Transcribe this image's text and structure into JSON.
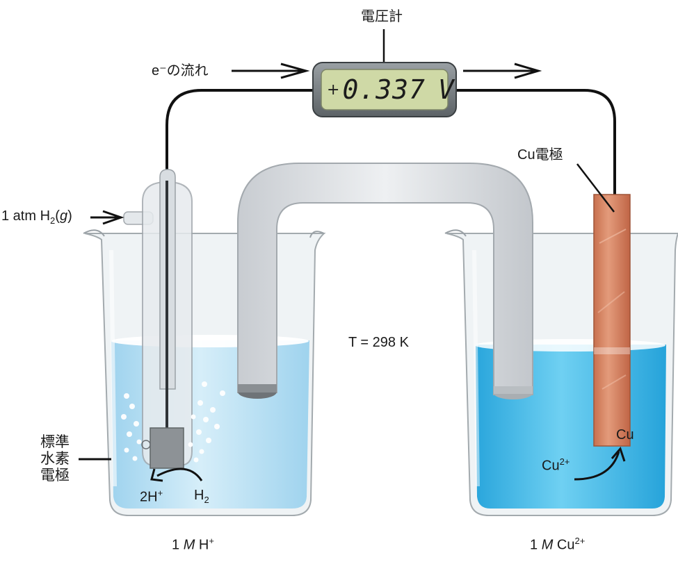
{
  "voltmeter": {
    "label": "電圧計",
    "sign": "+",
    "reading": "0.337",
    "unit": "V"
  },
  "electron_flow": {
    "text": "e⁻の流れ"
  },
  "h2_inlet": {
    "prefix": "1 atm H",
    "sub": "2",
    "paren_open": "(",
    "state": "g",
    "paren_close": ")"
  },
  "temperature": {
    "text": "T = 298 K"
  },
  "cu_electrode": {
    "label": "Cu電極"
  },
  "she": {
    "line1": "標準",
    "line2": "水素",
    "line3": "電極"
  },
  "left_reaction": {
    "h_plus": "2H",
    "h_plus_sup": "+",
    "h2": "H",
    "h2_sub": "2"
  },
  "right_reaction": {
    "cu_ion": "Cu",
    "cu_ion_sup": "2+",
    "cu_metal": "Cu"
  },
  "left_beaker": {
    "conc": "1 ",
    "unit": "M",
    "species": " H",
    "sup": "+"
  },
  "right_beaker": {
    "conc": "1 ",
    "unit": "M",
    "species": " Cu",
    "sup": "2+"
  },
  "colors": {
    "left_solution": "#c9e6f5",
    "right_solution": "#3db8e8",
    "copper": "#d9896a",
    "lcd": "#cfd9a6"
  }
}
